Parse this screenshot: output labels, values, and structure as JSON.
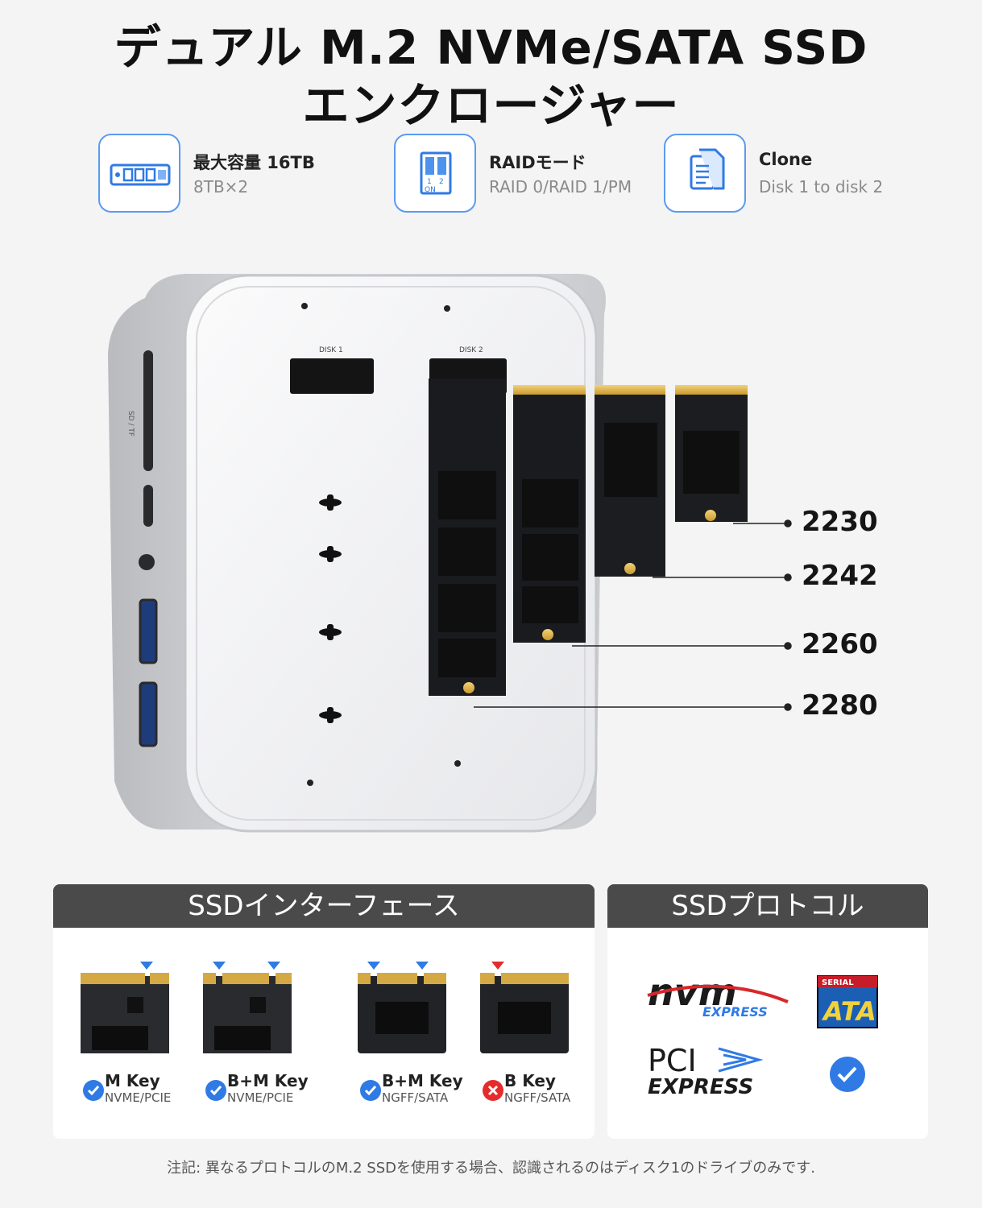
{
  "title_line1": "デュアル M.2 NVMe/SATA SSD",
  "title_line2": "エンクロージャー",
  "features": [
    {
      "icon": "ssd-chip-icon",
      "title": "最大容量 16TB",
      "sub": "8TB×2"
    },
    {
      "icon": "dip-switch-icon",
      "title": "RAIDモード",
      "sub": "RAID 0/RAID 1/PM"
    },
    {
      "icon": "copy-documents-icon",
      "title": "Clone",
      "sub": "Disk 1 to disk 2"
    }
  ],
  "device": {
    "slot1_label": "DISK 1",
    "slot2_label": "DISK 2",
    "card_slot_label": "SD / TF"
  },
  "sizes": [
    "2230",
    "2242",
    "2260",
    "2280"
  ],
  "interface_panel": {
    "title": "SSDインターフェース",
    "keys": [
      {
        "name": "M Key",
        "sub": "NVME/PCIE",
        "supported": true
      },
      {
        "name": "B+M Key",
        "sub": "NVME/PCIE",
        "supported": true
      },
      {
        "name": "B+M Key",
        "sub": "NGFF/SATA",
        "supported": true
      },
      {
        "name": "B Key",
        "sub": "NGFF/SATA",
        "supported": false
      }
    ]
  },
  "protocol_panel": {
    "title": "SSDプロトコル",
    "nvm_logo": "nvm",
    "nvm_express": "EXPRESS",
    "sata_serial": "SERIAL",
    "sata_ata": "ATA",
    "pci_top": "PCI",
    "pci_bottom": "EXPRESS"
  },
  "footnote": "注記: 異なるプロトコルのM.2 SSDを使用する場合、認識されるのはディスク1のドライブのみです.",
  "colors": {
    "accent_blue": "#5b9bf0",
    "check_blue": "#2f7ae5",
    "error_red": "#e52b2b",
    "header_gray": "#4a4a4a"
  }
}
